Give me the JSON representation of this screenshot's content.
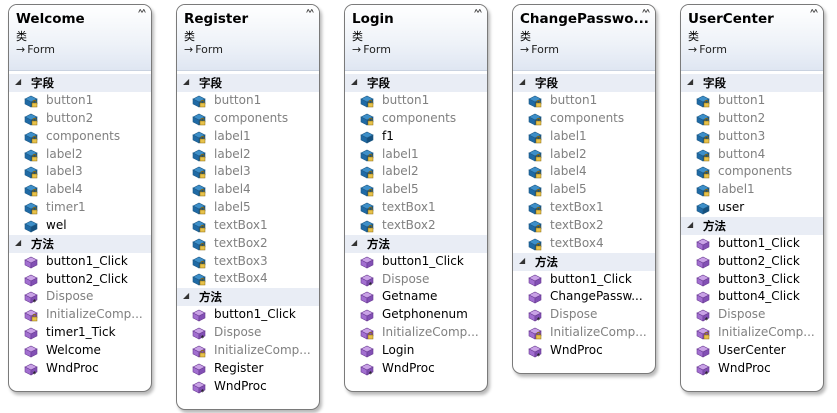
{
  "colors": {
    "private_text": "#808080",
    "public_text": "#000000",
    "header_fill": "#dfe6f2",
    "section_fill": "#e9edf5"
  },
  "classes": [
    {
      "title": "Welcome",
      "stereotype": "类",
      "base": "Form",
      "sections": [
        {
          "label": "字段",
          "items": [
            {
              "label": "button1",
              "kind": "field",
              "access": "private"
            },
            {
              "label": "button2",
              "kind": "field",
              "access": "private"
            },
            {
              "label": "components",
              "kind": "field",
              "access": "private"
            },
            {
              "label": "label2",
              "kind": "field",
              "access": "private"
            },
            {
              "label": "label3",
              "kind": "field",
              "access": "private"
            },
            {
              "label": "label4",
              "kind": "field",
              "access": "private"
            },
            {
              "label": "timer1",
              "kind": "field",
              "access": "private"
            },
            {
              "label": "wel",
              "kind": "field",
              "access": "public"
            }
          ]
        },
        {
          "label": "方法",
          "items": [
            {
              "label": "button1_Click",
              "kind": "method",
              "access": "public"
            },
            {
              "label": "button2_Click",
              "kind": "method",
              "access": "public"
            },
            {
              "label": "Dispose",
              "kind": "method",
              "access": "protected-override"
            },
            {
              "label": "InitializeComp...",
              "kind": "method",
              "access": "private"
            },
            {
              "label": "timer1_Tick",
              "kind": "method",
              "access": "public"
            },
            {
              "label": "Welcome",
              "kind": "method",
              "access": "public"
            },
            {
              "label": "WndProc",
              "kind": "method",
              "access": "public-override"
            }
          ]
        }
      ]
    },
    {
      "title": "Register",
      "stereotype": "类",
      "base": "Form",
      "sections": [
        {
          "label": "字段",
          "items": [
            {
              "label": "button1",
              "kind": "field",
              "access": "private"
            },
            {
              "label": "components",
              "kind": "field",
              "access": "private"
            },
            {
              "label": "label1",
              "kind": "field",
              "access": "private"
            },
            {
              "label": "label2",
              "kind": "field",
              "access": "private"
            },
            {
              "label": "label3",
              "kind": "field",
              "access": "private"
            },
            {
              "label": "label4",
              "kind": "field",
              "access": "private"
            },
            {
              "label": "label5",
              "kind": "field",
              "access": "private"
            },
            {
              "label": "textBox1",
              "kind": "field",
              "access": "private"
            },
            {
              "label": "textBox2",
              "kind": "field",
              "access": "private"
            },
            {
              "label": "textBox3",
              "kind": "field",
              "access": "private"
            },
            {
              "label": "textBox4",
              "kind": "field",
              "access": "private"
            }
          ]
        },
        {
          "label": "方法",
          "items": [
            {
              "label": "button1_Click",
              "kind": "method",
              "access": "public"
            },
            {
              "label": "Dispose",
              "kind": "method",
              "access": "protected-override"
            },
            {
              "label": "InitializeComp...",
              "kind": "method",
              "access": "private"
            },
            {
              "label": "Register",
              "kind": "method",
              "access": "public"
            },
            {
              "label": "WndProc",
              "kind": "method",
              "access": "public-override"
            }
          ]
        }
      ]
    },
    {
      "title": "Login",
      "stereotype": "类",
      "base": "Form",
      "sections": [
        {
          "label": "字段",
          "items": [
            {
              "label": "button1",
              "kind": "field",
              "access": "private"
            },
            {
              "label": "components",
              "kind": "field",
              "access": "private"
            },
            {
              "label": "f1",
              "kind": "field",
              "access": "public"
            },
            {
              "label": "label1",
              "kind": "field",
              "access": "private"
            },
            {
              "label": "label2",
              "kind": "field",
              "access": "private"
            },
            {
              "label": "label5",
              "kind": "field",
              "access": "private"
            },
            {
              "label": "textBox1",
              "kind": "field",
              "access": "private"
            },
            {
              "label": "textBox2",
              "kind": "field",
              "access": "private"
            }
          ]
        },
        {
          "label": "方法",
          "items": [
            {
              "label": "button1_Click",
              "kind": "method",
              "access": "public"
            },
            {
              "label": "Dispose",
              "kind": "method",
              "access": "protected-override"
            },
            {
              "label": "Getname",
              "kind": "method",
              "access": "public"
            },
            {
              "label": "Getphonenum",
              "kind": "method",
              "access": "public"
            },
            {
              "label": "InitializeComp...",
              "kind": "method",
              "access": "private"
            },
            {
              "label": "Login",
              "kind": "method",
              "access": "public"
            },
            {
              "label": "WndProc",
              "kind": "method",
              "access": "public-override"
            }
          ]
        }
      ]
    },
    {
      "title": "ChangePasswo...",
      "stereotype": "类",
      "base": "Form",
      "sections": [
        {
          "label": "字段",
          "items": [
            {
              "label": "button1",
              "kind": "field",
              "access": "private"
            },
            {
              "label": "components",
              "kind": "field",
              "access": "private"
            },
            {
              "label": "label1",
              "kind": "field",
              "access": "private"
            },
            {
              "label": "label2",
              "kind": "field",
              "access": "private"
            },
            {
              "label": "label4",
              "kind": "field",
              "access": "private"
            },
            {
              "label": "label5",
              "kind": "field",
              "access": "private"
            },
            {
              "label": "textBox1",
              "kind": "field",
              "access": "private"
            },
            {
              "label": "textBox2",
              "kind": "field",
              "access": "private"
            },
            {
              "label": "textBox4",
              "kind": "field",
              "access": "private"
            }
          ]
        },
        {
          "label": "方法",
          "items": [
            {
              "label": "button1_Click",
              "kind": "method",
              "access": "public"
            },
            {
              "label": "ChangePassw...",
              "kind": "method",
              "access": "public"
            },
            {
              "label": "Dispose",
              "kind": "method",
              "access": "protected-override"
            },
            {
              "label": "InitializeComp...",
              "kind": "method",
              "access": "private"
            },
            {
              "label": "WndProc",
              "kind": "method",
              "access": "public-override"
            }
          ]
        }
      ]
    },
    {
      "title": "UserCenter",
      "stereotype": "类",
      "base": "Form",
      "sections": [
        {
          "label": "字段",
          "items": [
            {
              "label": "button1",
              "kind": "field",
              "access": "private"
            },
            {
              "label": "button2",
              "kind": "field",
              "access": "private"
            },
            {
              "label": "button3",
              "kind": "field",
              "access": "private"
            },
            {
              "label": "button4",
              "kind": "field",
              "access": "private"
            },
            {
              "label": "components",
              "kind": "field",
              "access": "private"
            },
            {
              "label": "label1",
              "kind": "field",
              "access": "private"
            },
            {
              "label": "user",
              "kind": "field",
              "access": "public"
            }
          ]
        },
        {
          "label": "方法",
          "items": [
            {
              "label": "button1_Click",
              "kind": "method",
              "access": "public"
            },
            {
              "label": "button2_Click",
              "kind": "method",
              "access": "public"
            },
            {
              "label": "button3_Click",
              "kind": "method",
              "access": "public"
            },
            {
              "label": "button4_Click",
              "kind": "method",
              "access": "public"
            },
            {
              "label": "Dispose",
              "kind": "method",
              "access": "protected-override"
            },
            {
              "label": "InitializeComp...",
              "kind": "method",
              "access": "private"
            },
            {
              "label": "UserCenter",
              "kind": "method",
              "access": "public"
            },
            {
              "label": "WndProc",
              "kind": "method",
              "access": "public-override"
            }
          ]
        }
      ]
    }
  ]
}
